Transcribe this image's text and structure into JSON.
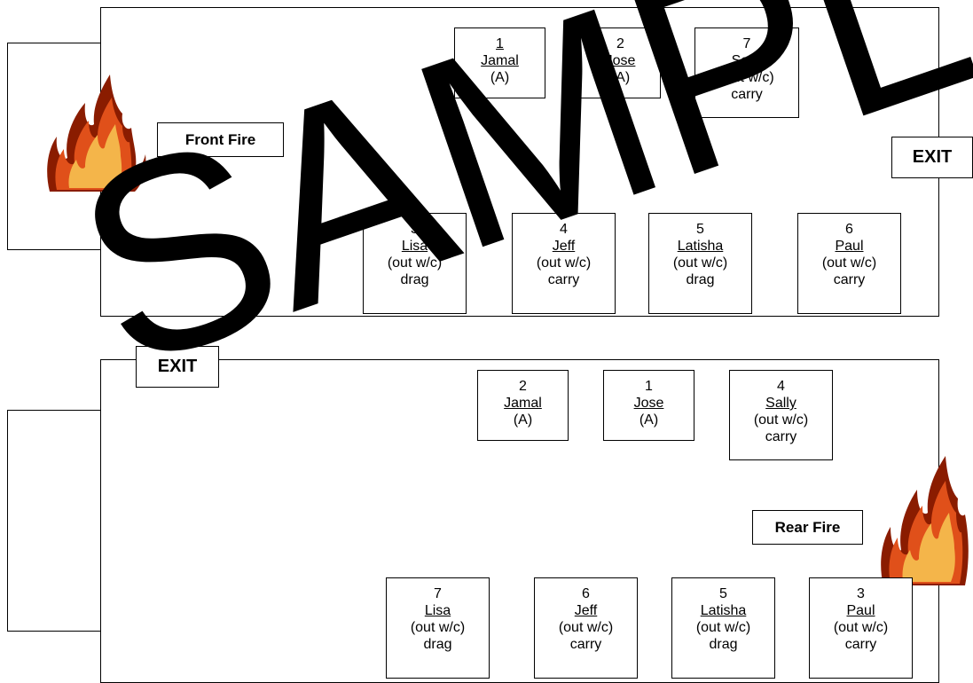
{
  "watermark": "SAMPLE",
  "colors": {
    "fire_dark": "#8a1c00",
    "fire_mid": "#e0501a",
    "fire_light": "#f4b54a"
  },
  "front": {
    "fire_label": "Front Fire",
    "exit_label": "EXIT",
    "seats": [
      {
        "n": "1",
        "name": "Jamal",
        "l1": "(A)",
        "l2": ""
      },
      {
        "n": "2",
        "name": "Jose",
        "l1": "(A)",
        "l2": ""
      },
      {
        "n": "7",
        "name": "Sally",
        "l1": "(out w/c)",
        "l2": "carry"
      },
      {
        "n": "3",
        "name": "Lisa",
        "l1": "(out w/c)",
        "l2": "drag"
      },
      {
        "n": "4",
        "name": "Jeff",
        "l1": "(out w/c)",
        "l2": "carry"
      },
      {
        "n": "5",
        "name": "Latisha",
        "l1": "(out w/c)",
        "l2": "drag"
      },
      {
        "n": "6",
        "name": "Paul",
        "l1": "(out w/c)",
        "l2": "carry"
      }
    ]
  },
  "rear": {
    "fire_label": "Rear Fire",
    "exit_label": "EXIT",
    "seats": [
      {
        "n": "2",
        "name": "Jamal",
        "l1": "(A)",
        "l2": ""
      },
      {
        "n": "1",
        "name": "Jose",
        "l1": "(A)",
        "l2": ""
      },
      {
        "n": "4",
        "name": "Sally",
        "l1": "(out w/c)",
        "l2": "carry"
      },
      {
        "n": "7",
        "name": "Lisa",
        "l1": "(out w/c)",
        "l2": "drag"
      },
      {
        "n": "6",
        "name": "Jeff",
        "l1": "(out w/c)",
        "l2": "carry"
      },
      {
        "n": "5",
        "name": "Latisha",
        "l1": "(out w/c)",
        "l2": "drag"
      },
      {
        "n": "3",
        "name": "Paul",
        "l1": "(out w/c)",
        "l2": "carry"
      }
    ]
  }
}
